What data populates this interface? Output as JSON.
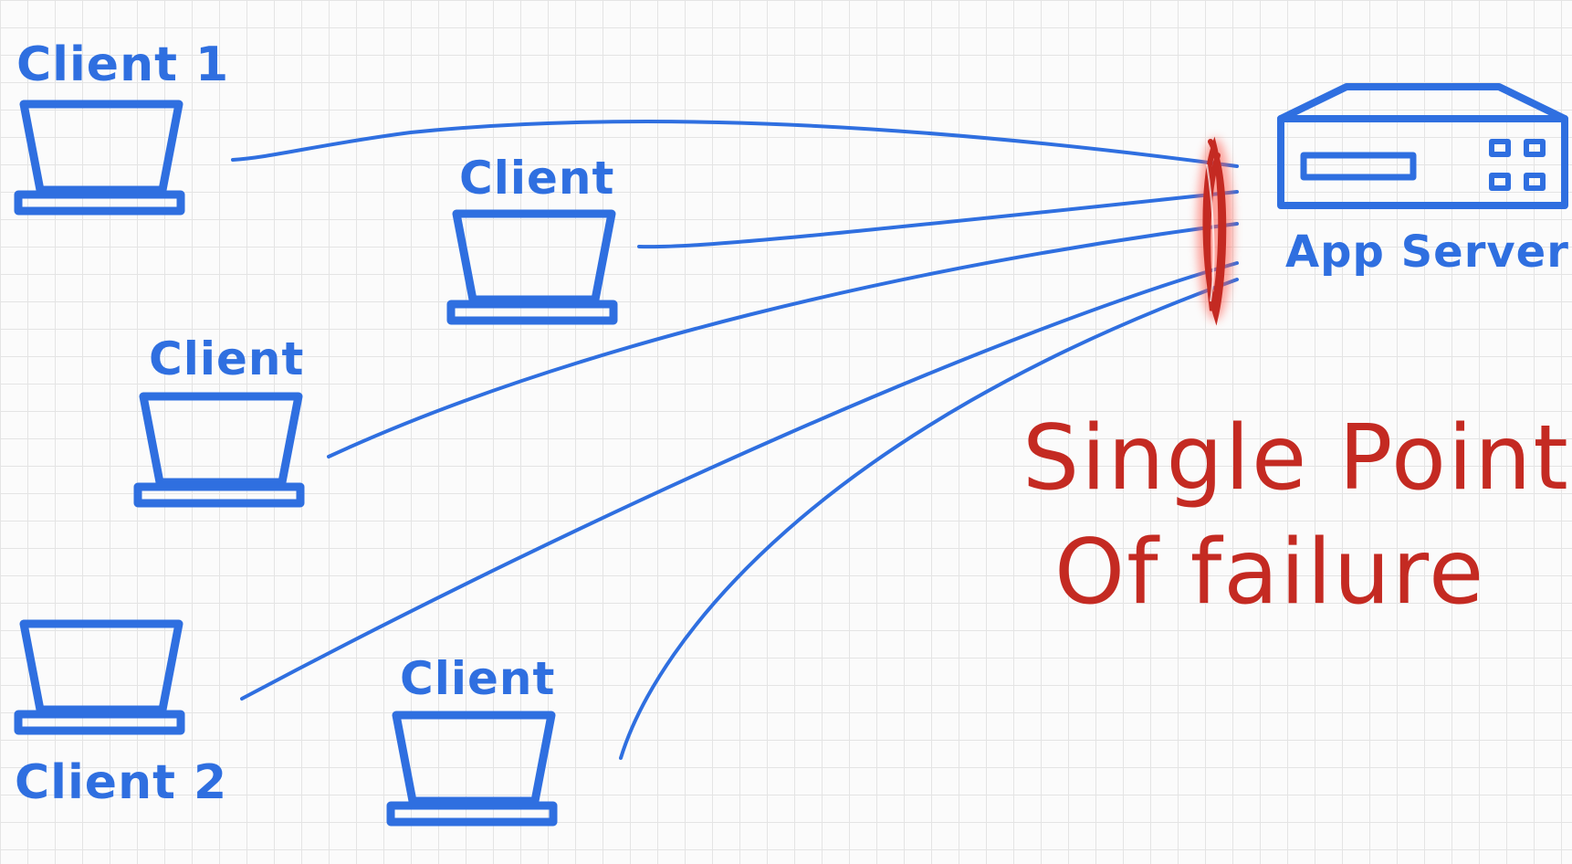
{
  "labels": {
    "client_1": "Client 1",
    "client_a": "Client",
    "client_b": "Client",
    "client_2": "Client 2",
    "client_c": "Client",
    "app_server": "App Server",
    "spof_line1": "Single Point",
    "spof_line2": "Of failure"
  },
  "colors": {
    "ink_blue": "#2f6fe0",
    "ink_red": "#c42a22",
    "grid": "#e4e4e4"
  },
  "icons": {
    "client": "laptop-icon",
    "server": "server-rack-icon",
    "failure_point": "scribble-highlight"
  }
}
